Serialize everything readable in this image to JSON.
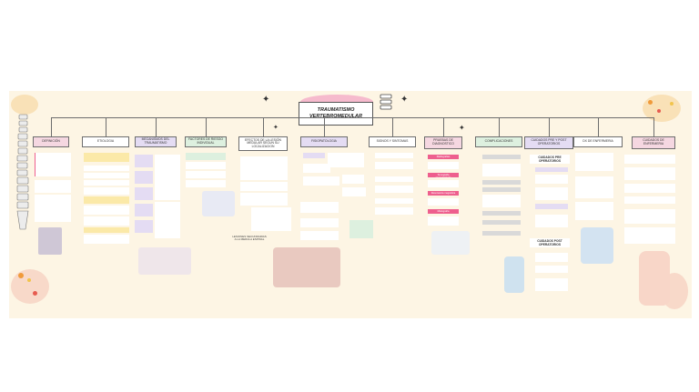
{
  "title": {
    "line1": "TRAUMATISMO",
    "line2": "VERTEBROMEDULAR"
  },
  "headers": [
    "DEFINICIÓN",
    "ETIOLOGIA",
    "MECANISMOS DEL TRAUMATISMO",
    "FACTORES DE RIESGO INDIVIDUAL",
    "EFECTOS DE LA LESIÓN MEDULAR SEGUN SU LOCALIZACION",
    "FISIOPATOLOGIA",
    "SIGNOS Y SINTOMAS",
    "PRUEBAS DE DIAGNOSTICO",
    "COMPLICACIONES",
    "CUIDADOS PRE Y POST OPERATORIOS",
    "DX DE ENFERMERIA",
    "CUIDADOS DE ENFERMERIA"
  ],
  "subheaders": {
    "pre": "CUIDADOS PRE OPERATORIOS",
    "post": "CUIDADOS POST OPERATORIOS"
  },
  "caption": "LESIONES SECUNDARIAS A LA MEDULA ESPINAL",
  "pink_items": [
    "Radiografias",
    "Tomografía computarizada",
    "Resonancia magnética",
    "Mielografía"
  ],
  "colors": {
    "board": "#fdf5e4",
    "lavender": "#e4dcf3",
    "pink": "#f5d7e1",
    "green": "#ddf0df",
    "yellow": "#fbe9a8",
    "line": "#6d6d6d",
    "accent_pink": "#ee5f8e"
  }
}
